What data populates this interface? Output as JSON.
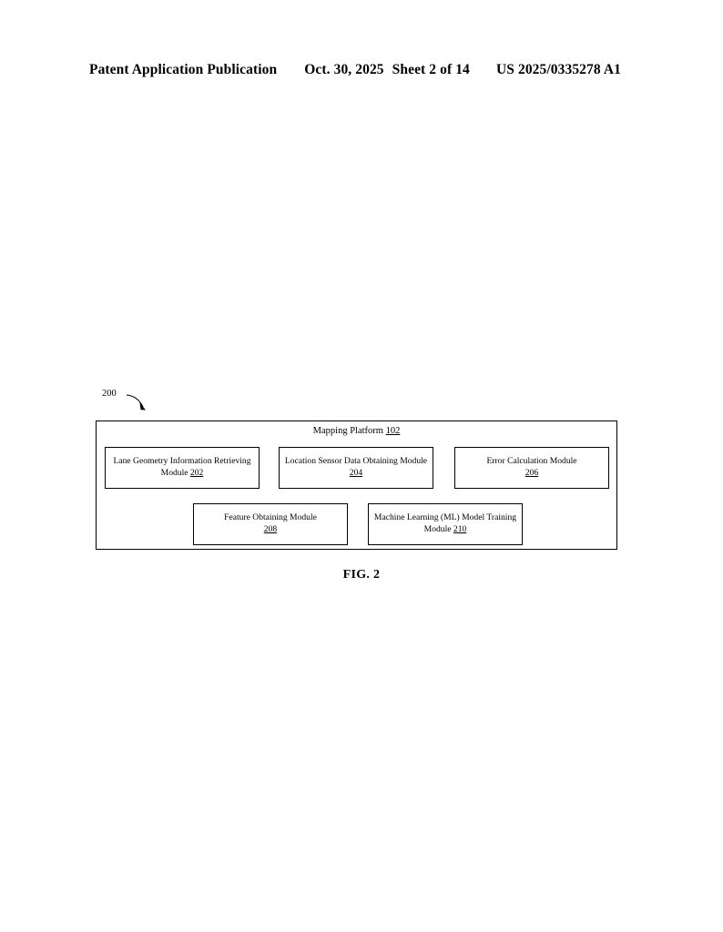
{
  "page": {
    "header": {
      "publication": "Patent Application Publication",
      "date": "Oct. 30, 2025",
      "sheet": "Sheet 2 of 14",
      "patent_number": "US 2025/0335278 A1"
    },
    "figure_caption": "FIG. 2",
    "background_color": "#ffffff",
    "line_color": "#000000"
  },
  "figure": {
    "reference_label": "200",
    "arrow_icon": "curved-arrow-icon",
    "platform": {
      "title": "Mapping Platform",
      "ref_id": "102"
    },
    "modules": [
      {
        "name": "Lane Geometry Information Retrieving Module",
        "line1": "Lane Geometry Information Retrieving",
        "line2_prefix": "Module ",
        "ref_id": "202"
      },
      {
        "name": "Location Sensor Data Obtaining Module",
        "line1": "Location Sensor Data Obtaining Module",
        "line2_prefix": "",
        "ref_id": "204"
      },
      {
        "name": "Error Calculation Module",
        "line1": "Error Calculation Module",
        "line2_prefix": "",
        "ref_id": "206"
      },
      {
        "name": "Feature Obtaining Module",
        "line1": "Feature Obtaining Module",
        "line2_prefix": "",
        "ref_id": "208"
      },
      {
        "name": "Machine Learning (ML) Model Training Module",
        "line1": "Machine Learning (ML) Model Training",
        "line2_prefix": "Module ",
        "ref_id": "210"
      }
    ]
  }
}
